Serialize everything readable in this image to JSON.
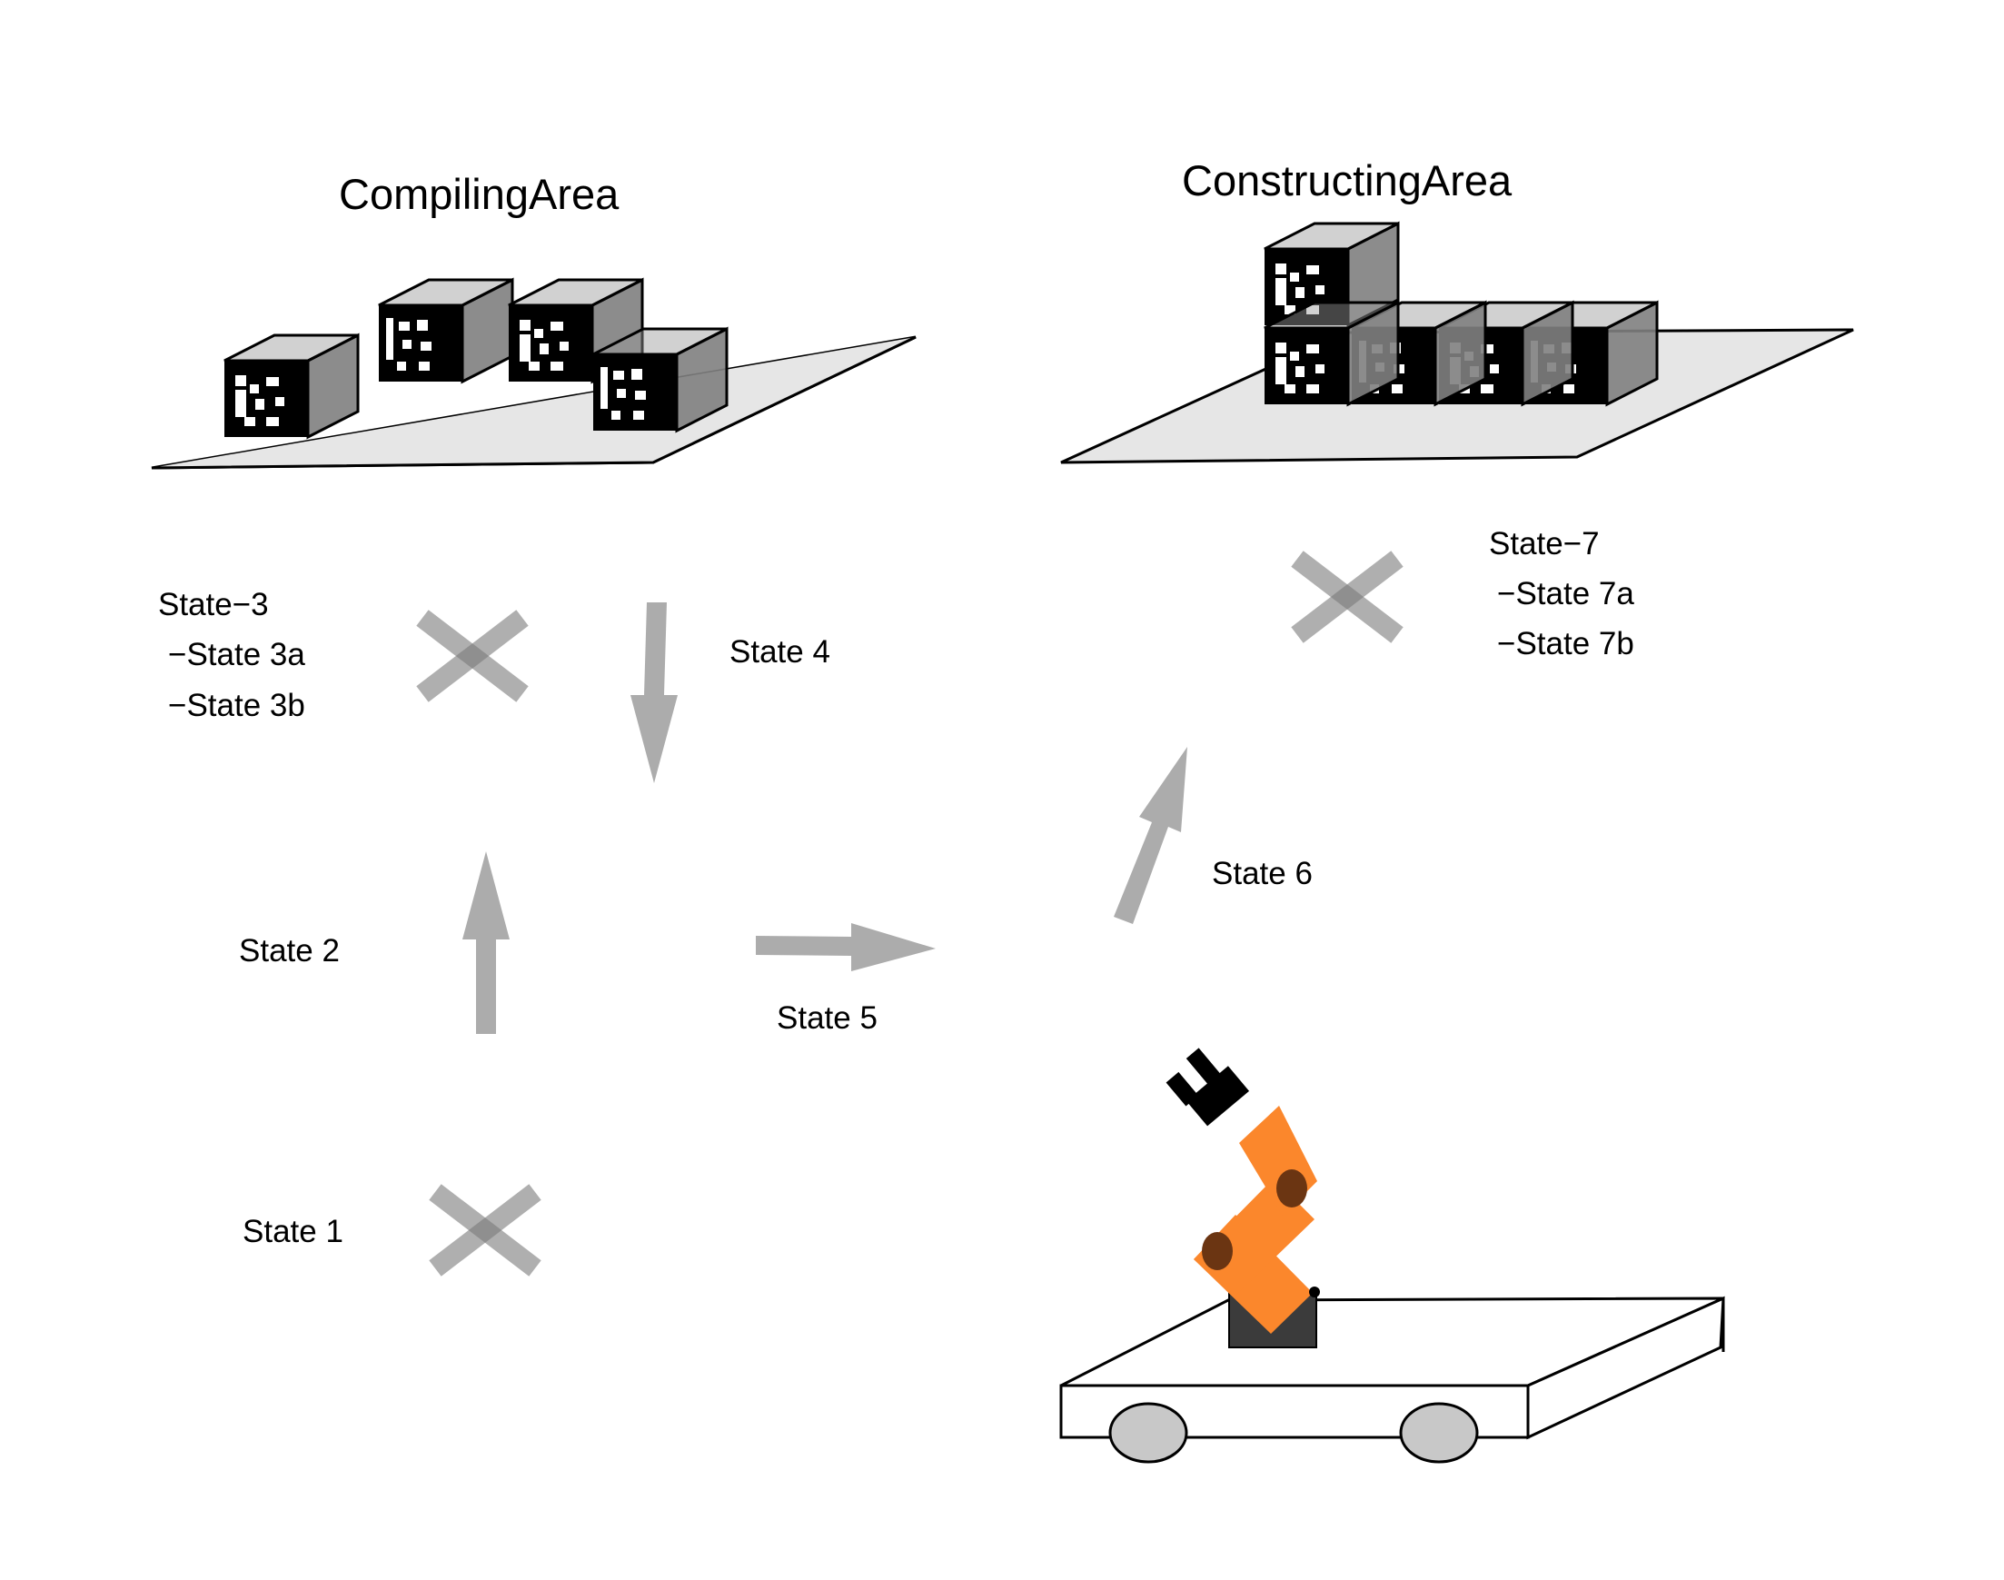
{
  "areas": {
    "compiling": {
      "title": "CompilingArea"
    },
    "constructing": {
      "title": "ConstructingArea"
    }
  },
  "states": {
    "s1": "State 1",
    "s2": "State 2",
    "s3": {
      "title": "State−3",
      "a": "−State 3a",
      "b": "−State 3b"
    },
    "s4": "State 4",
    "s5": "State 5",
    "s6": "State 6",
    "s7": {
      "title": "State−7",
      "a": "−State 7a",
      "b": "−State 7b"
    }
  },
  "colors": {
    "platform_fill": "#e6e6e6",
    "cube_side": "#7f7f7f",
    "marker": "#000000",
    "arrow": "#a8a8a8",
    "cross": "#7a7a7a",
    "robot_arm": "#fb872c",
    "robot_joint": "#6b3512",
    "robot_base": "#3b3b3b",
    "gripper": "#000000",
    "wheel": "#c8c8c8"
  },
  "icons": {
    "markers": "fiducial-marker-cube-icon",
    "robot": "mobile-manipulator-robot-icon",
    "cross": "target-cross-icon",
    "arrow": "transition-arrow-icon"
  }
}
